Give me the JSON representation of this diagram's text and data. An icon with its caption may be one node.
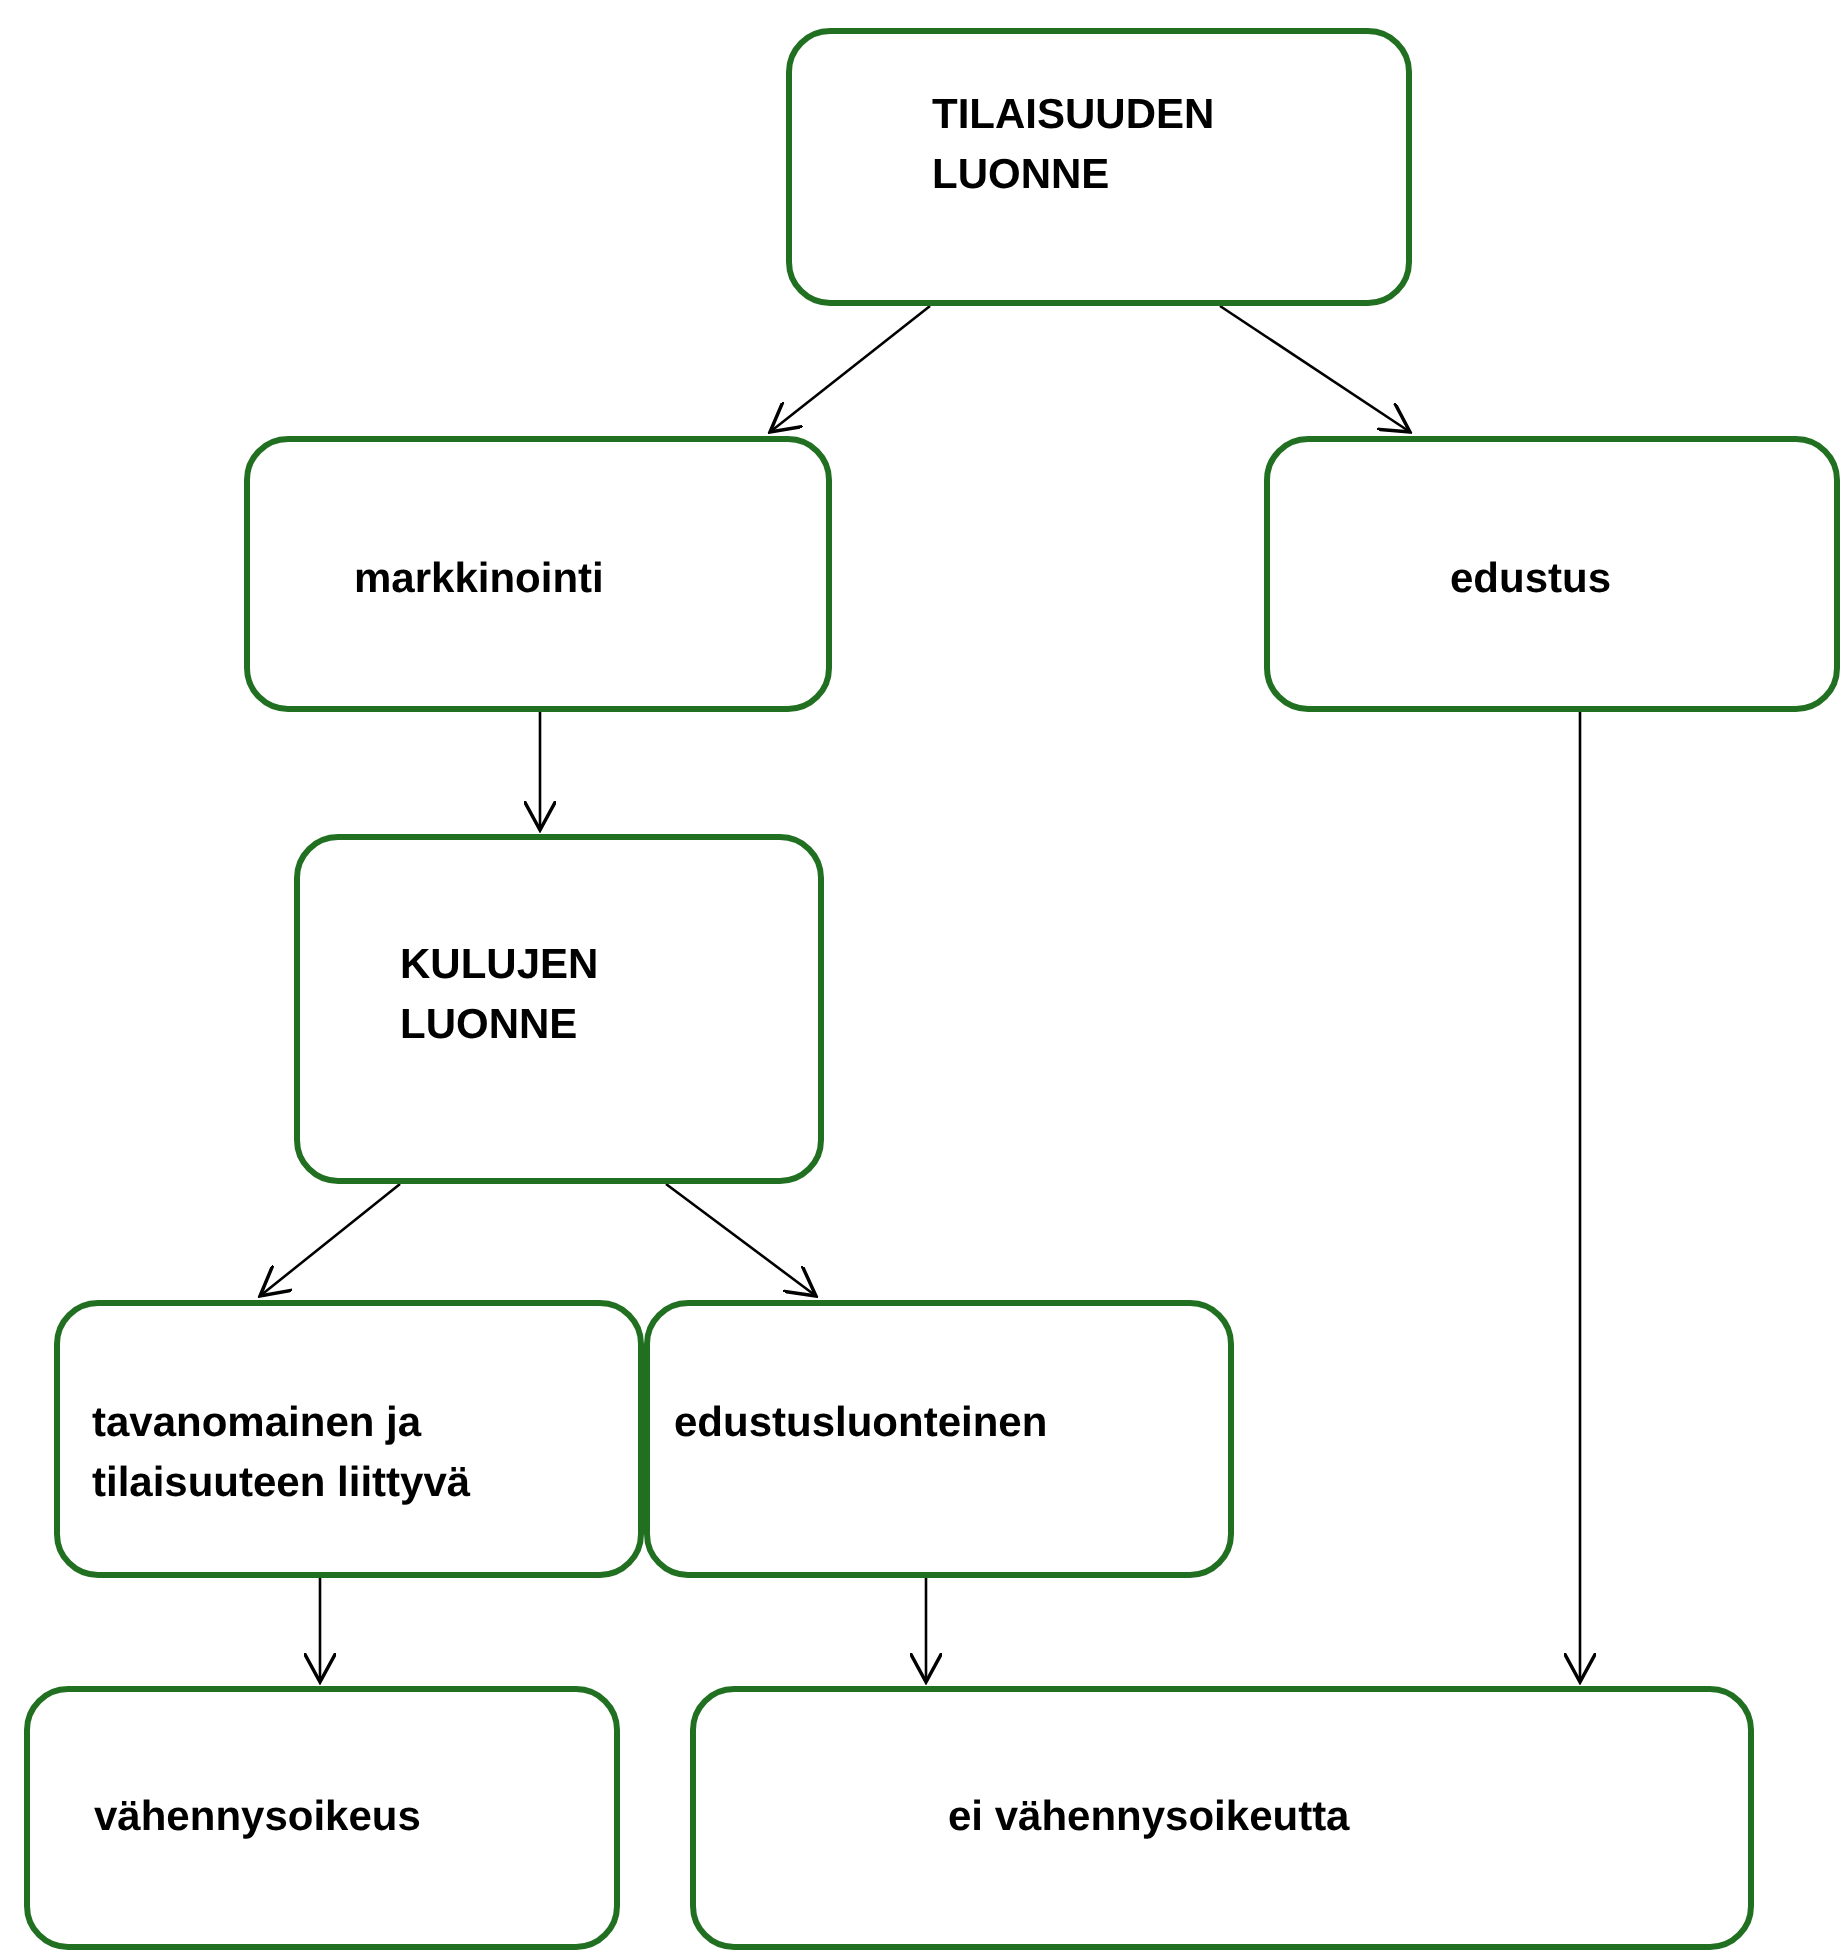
{
  "diagram": {
    "nodes": [
      {
        "text": [
          "TILAISUUDEN LUONNE"
        ]
      },
      {
        "text": [
          "markkinointi"
        ]
      },
      {
        "text": [
          "edustus"
        ]
      },
      {
        "text": [
          "KULUJEN LUONNE"
        ]
      },
      {
        "text": [
          "tavanomainen ja tilaisuuteen liittyvä"
        ]
      },
      {
        "text": [
          "edustusluonteinen"
        ]
      },
      {
        "text": [
          "vähennysoikeus"
        ]
      },
      {
        "text": [
          "ei vähennysoikeutta"
        ]
      }
    ],
    "edges": [
      {
        "from": 0,
        "to": 1,
        "arrow": "to"
      },
      {
        "from": 0,
        "to": 2,
        "arrow": "to"
      },
      {
        "from": 1,
        "to": 3,
        "arrow": "to"
      },
      {
        "from": 2,
        "to": 7,
        "arrow": "to"
      },
      {
        "from": 3,
        "to": 4,
        "arrow": "to"
      },
      {
        "from": 3,
        "to": 5,
        "arrow": "to"
      },
      {
        "from": 4,
        "to": 6,
        "arrow": "to"
      },
      {
        "from": 5,
        "to": 7,
        "arrow": "to"
      }
    ]
  }
}
